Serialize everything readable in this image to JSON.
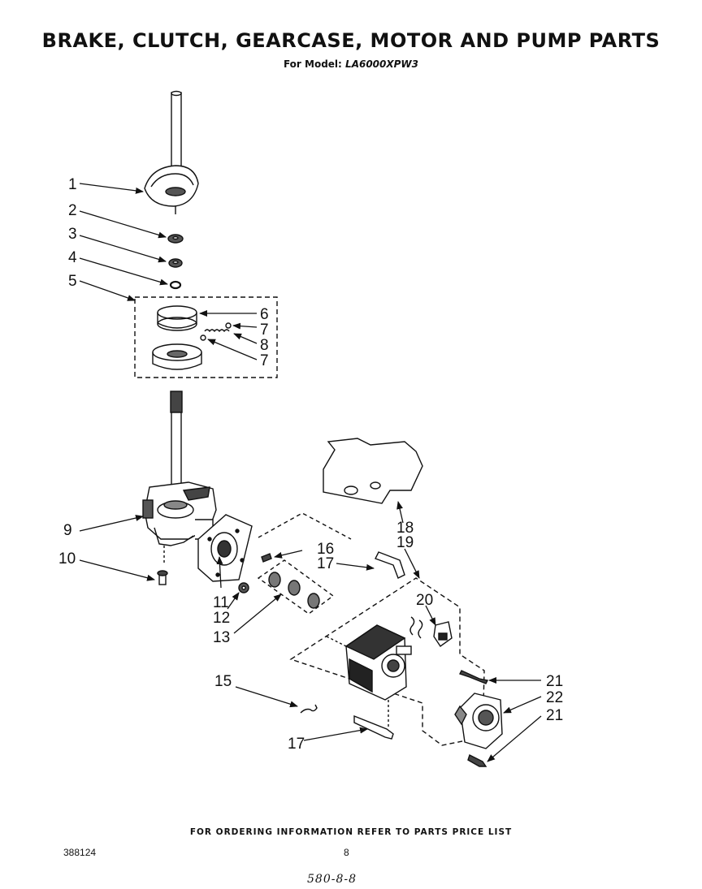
{
  "header": {
    "title": "BRAKE, CLUTCH, GEARCASE, MOTOR AND PUMP PARTS",
    "model_prefix": "For Model:",
    "model_number": "LA6000XPW3"
  },
  "callouts": {
    "c1": "1",
    "c2": "2",
    "c3": "3",
    "c4": "4",
    "c5": "5",
    "c6": "6",
    "c7a": "7",
    "c8": "8",
    "c7b": "7",
    "c9": "9",
    "c10": "10",
    "c11": "11",
    "c12": "12",
    "c13": "13",
    "c15": "15",
    "c16": "16",
    "c17a": "17",
    "c17b": "17",
    "c18": "18",
    "c19": "19",
    "c20": "20",
    "c21a": "21",
    "c22": "22",
    "c21b": "21"
  },
  "footer": {
    "ordering_note": "FOR ORDERING INFORMATION REFER TO PARTS PRICE LIST",
    "doc_number": "388124",
    "page_number": "8",
    "handwritten_ref": "580-8-8"
  }
}
